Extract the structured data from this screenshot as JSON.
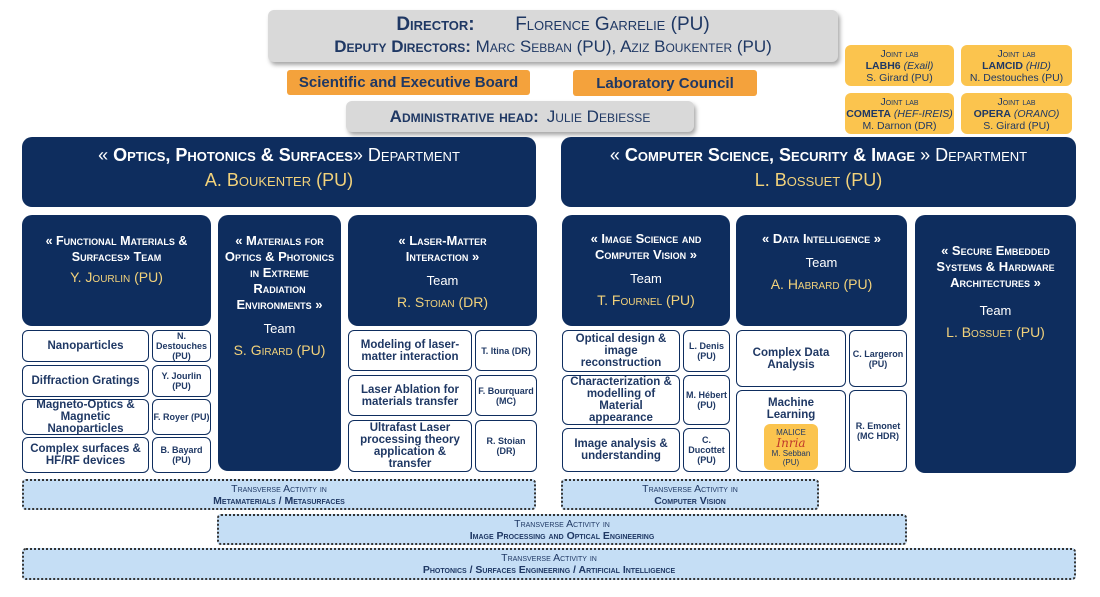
{
  "director": {
    "label": "Director:",
    "name": "Florence Garrelie (PU)",
    "deputy_label": "Deputy Directors:",
    "deputies": "Marc Sebban (PU), Aziz Boukenter (PU)"
  },
  "boards": {
    "scientific": "Scientific and Executive Board",
    "council": "Laboratory Council"
  },
  "admin": {
    "label": "Administrative head:",
    "name": "Julie Debiesse"
  },
  "joint_labs": [
    {
      "label": "Joint lab",
      "name": "LABH6",
      "partner": "(Exail)",
      "head": "S. Girard (PU)"
    },
    {
      "label": "Joint lab",
      "name": "LAMCID",
      "partner": "(HID)",
      "head": "N. Destouches (PU)"
    },
    {
      "label": "Joint lab",
      "name": "COMETA",
      "partner": "(HEF-IREIS)",
      "head": "M. Darnon (DR)"
    },
    {
      "label": "Joint lab",
      "name": "OPERA",
      "partner": "(ORANO)",
      "head": "S. Girard (PU)"
    }
  ],
  "departments": [
    {
      "title_pre": "« ",
      "title": "Optics, Photonics & Surfaces",
      "title_post": "» Department",
      "head": "A. Boukenter (PU)",
      "teams": [
        {
          "name": "« Functional Materials & Surfaces» Team",
          "label": "",
          "lead": "Y. Jourlin (PU)",
          "topics": [
            {
              "topic": "Nanoparticles",
              "lead": "N. Destouches (PU)"
            },
            {
              "topic": "Diffraction Gratings",
              "lead": "Y. Jourlin (PU)"
            },
            {
              "topic": "Magneto-Optics & Magnetic Nanoparticles",
              "lead": "F. Royer (PU)"
            },
            {
              "topic": "Complex surfaces & HF/RF devices",
              "lead": "B. Bayard (PU)"
            }
          ]
        },
        {
          "name": "« Materials for Optics & Photonics in Extreme Radiation Environments »",
          "label": "Team",
          "lead": "S. Girard (PU)",
          "topics": []
        },
        {
          "name": "« Laser-Matter Interaction »",
          "label": "Team",
          "lead": "R. Stoian (DR)",
          "topics": [
            {
              "topic": "Modeling of laser-matter interaction",
              "lead": "T. Itina (DR)"
            },
            {
              "topic": "Laser Ablation for materials transfer",
              "lead": "F. Bourquard (MC)"
            },
            {
              "topic": "Ultrafast Laser processing theory application & transfer",
              "lead": "R. Stoian (DR)"
            }
          ]
        }
      ]
    },
    {
      "title_pre": "« ",
      "title": "Computer Science, Security & Image",
      "title_post": " » Department",
      "head": "L. Bossuet (PU)",
      "teams": [
        {
          "name": "« Image Science and Computer Vision »",
          "label": "Team",
          "lead": "T. Fournel (PU)",
          "topics": [
            {
              "topic": "Optical design & image reconstruction",
              "lead": "L. Denis (PU)"
            },
            {
              "topic": "Characterization & modelling of Material appearance",
              "lead": "M. Hébert (PU)"
            },
            {
              "topic": "Image analysis & understanding",
              "lead": "C. Ducottet (PU)"
            }
          ]
        },
        {
          "name": "« Data Intelligence »",
          "label": "Team",
          "lead": "A. Habrard (PU)",
          "topics": [
            {
              "topic": "Complex Data Analysis",
              "lead": "C. Largeron (PU)"
            },
            {
              "topic": "Machine Learning",
              "lead": "R. Emonet (MC HDR)"
            }
          ],
          "malice": {
            "name": "MALICE",
            "logo": "Inria",
            "head": "M. Sebban (PU)"
          }
        },
        {
          "name": "« Secure Embedded Systems & Hardware Architectures »",
          "label": "Team",
          "lead": "L. Bossuet (PU)",
          "topics": []
        }
      ]
    }
  ],
  "transverse": [
    {
      "line1": "Transverse Activity in",
      "line2": "Metamaterials / Metasurfaces"
    },
    {
      "line1": "Transverse Activity in",
      "line2": "Computer Vision"
    },
    {
      "line1": "Transverse Activity in",
      "line2": "Image Processing and Optical Engineering"
    },
    {
      "line1": "Transverse Activity in",
      "line2": "Photonics / Surfaces Engineering / Artificial Intelligence"
    }
  ],
  "colors": {
    "navy": "#0e2d5e",
    "gold": "#f2d27b",
    "orange": "#f4a23c",
    "yellow": "#fbc44e",
    "light_blue": "#c5def5"
  }
}
